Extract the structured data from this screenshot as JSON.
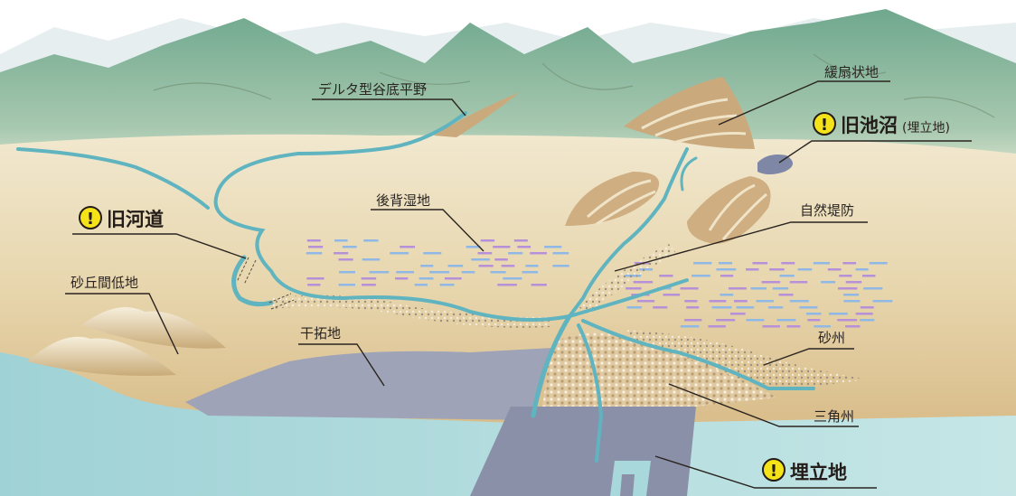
{
  "labels": {
    "delta_valley_plain": "デルタ型谷底平野",
    "gentle_fan": "緩扇状地",
    "former_pond": "旧池沼",
    "former_pond_note": "(埋立地)",
    "former_channel": "旧河道",
    "back_marsh": "後背湿地",
    "natural_levee": "自然堤防",
    "interdune_lowland": "砂丘間低地",
    "polder": "干拓地",
    "sandbar": "砂州",
    "delta": "三角州",
    "reclaimed_land": "埋立地"
  },
  "warning_icon": {
    "name": "exclamation-warning-icon",
    "color": "#f5e31a",
    "glyph": "!"
  },
  "colors": {
    "mountain": "#7fb39b",
    "plain": "#e2cfa6",
    "sea": "#a9d8dc",
    "river": "#5fb4c0",
    "polder": "#9fa3b8",
    "reclaimed": "#8a90a8",
    "marsh_purple": "#b690d8",
    "marsh_blue": "#8fb8e6"
  }
}
